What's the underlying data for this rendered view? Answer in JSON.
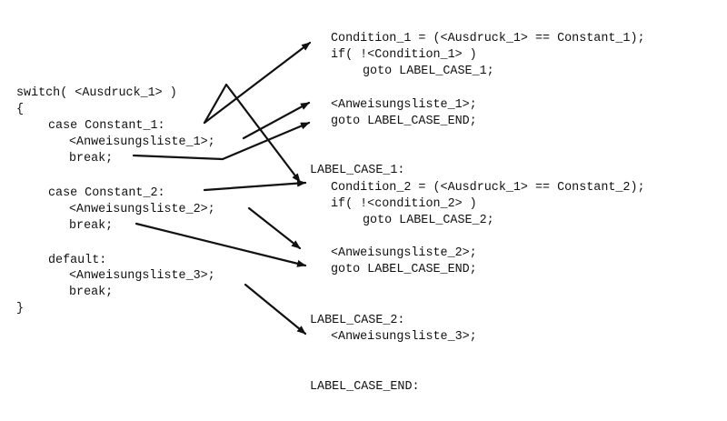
{
  "source_code": {
    "switch_header": "switch( <Ausdruck_1> )",
    "open_brace": "{",
    "case1_label": "case Constant_1:",
    "case1_statements": "<Anweisungsliste_1>;",
    "case1_break": "break;",
    "case2_label": "case Constant_2:",
    "case2_statements": "<Anweisungsliste_2>;",
    "case2_break": "break;",
    "default_label": "default:",
    "default_statements": "<Anweisungsliste_3>;",
    "default_break": "break;",
    "close_brace": "}"
  },
  "translated_code": {
    "cond1_assign": "Condition_1 = (<Ausdruck_1> == Constant_1);",
    "cond1_if": "if( !<Condition_1> )",
    "cond1_goto": "goto LABEL_CASE_1;",
    "block1_statements": "<Anweisungsliste_1>;",
    "block1_goto": "goto LABEL_CASE_END;",
    "label_case1": "LABEL_CASE_1:",
    "cond2_assign": "Condition_2 = (<Ausdruck_1> == Constant_2);",
    "cond2_if": "if( !<condition_2> )",
    "cond2_goto": "goto LABEL_CASE_2;",
    "block2_statements": "<Anweisungsliste_2>;",
    "block2_goto": "goto LABEL_CASE_END;",
    "label_case2": "LABEL_CASE_2:",
    "block3_statements": "<Anweisungsliste_3>;",
    "label_case_end": "LABEL_CASE_END:"
  },
  "arrow_style": {
    "color": "#111111"
  }
}
